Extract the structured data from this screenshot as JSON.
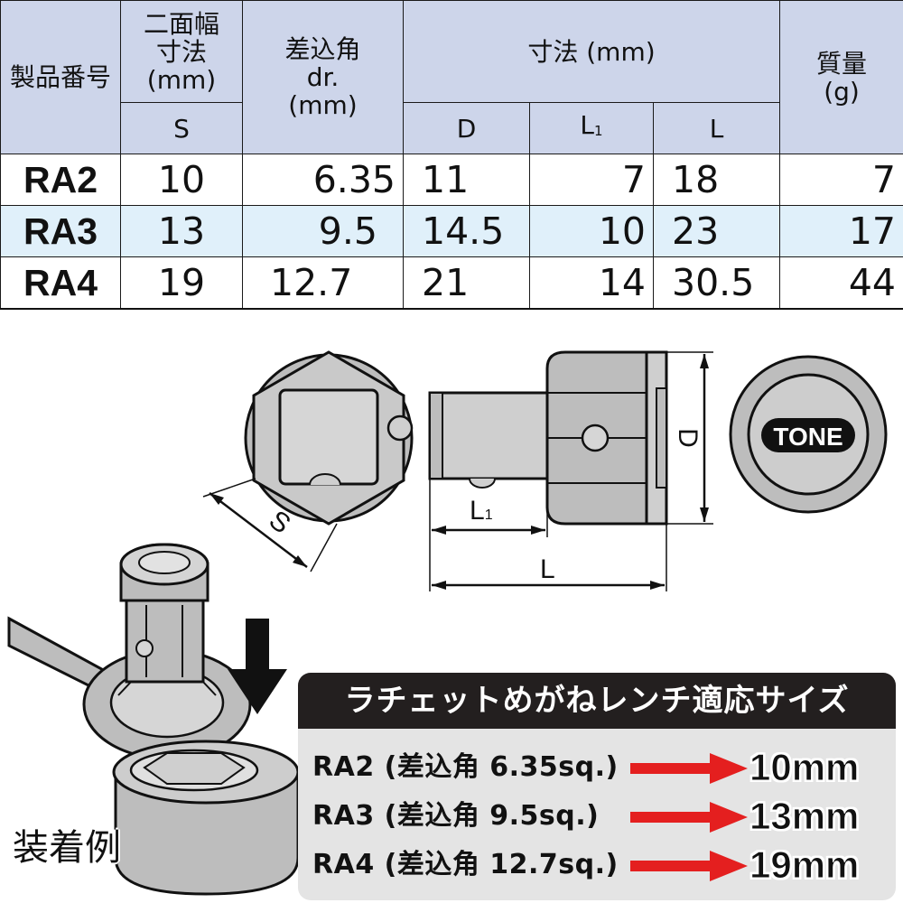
{
  "table": {
    "headers": {
      "part_number": "製品番号",
      "width_across_flats": [
        "二面幅",
        "寸法",
        "(mm)"
      ],
      "drive": [
        "差込角",
        "dr.",
        "(mm)"
      ],
      "dimensions": "寸法 (mm)",
      "mass": [
        "質量",
        "(g)"
      ],
      "sub_s": "S",
      "sub_d": "D",
      "sub_l1_main": "L",
      "sub_l1_index": "1",
      "sub_l": "L"
    },
    "rows": [
      {
        "model": "RA2",
        "s": "10",
        "drive": "6.35",
        "d": "11",
        "l1": "7",
        "l": "18",
        "mass": "7"
      },
      {
        "model": "RA3",
        "s": "13",
        "drive": "9.5",
        "d": "14.5",
        "l1": "10",
        "l": "23",
        "mass": "17"
      },
      {
        "model": "RA4",
        "s": "19",
        "drive": "12.7",
        "d": "21",
        "l1": "14",
        "l": "30.5",
        "mass": "44"
      }
    ]
  },
  "drawing": {
    "label_s": "S",
    "label_d": "D",
    "label_l1_main": "L",
    "label_l1_index": "1",
    "label_l": "L",
    "brand": "TONE"
  },
  "example_label": "装着例",
  "fit": {
    "title": "ラチェットめがねレンチ適応サイズ",
    "rows": [
      {
        "label": "RA2 (差込角 6.35sq.)",
        "size": "10mm"
      },
      {
        "label": "RA3 (差込角 9.5sq.)",
        "size": "13mm"
      },
      {
        "label": "RA4 (差込角 12.7sq.)",
        "size": "19mm"
      }
    ],
    "arrow_color": "#e41f1f"
  },
  "colors": {
    "header_bg": "#cdd5ea",
    "alt_row_bg": "#e0f0fa",
    "part_gray": "#bdbdbd",
    "title_bar": "#231f1f"
  },
  "icons": [
    "down-arrow-icon",
    "right-arrow-icon"
  ]
}
